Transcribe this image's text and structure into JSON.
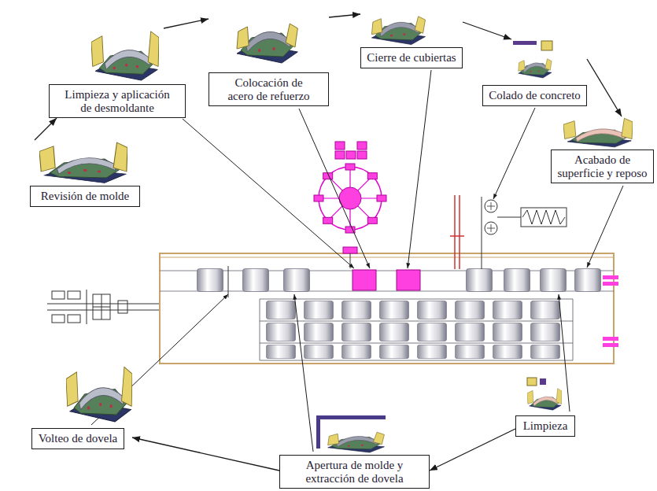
{
  "diagram": {
    "nodes": [
      {
        "text": [
          "Revisión de molde"
        ]
      },
      {
        "text": [
          "Limpieza y aplicación de desmoldante"
        ]
      },
      {
        "text": [
          "Colocación de acero de refuerzo"
        ]
      },
      {
        "text": [
          "Cierre de cubiertas"
        ]
      },
      {
        "text": [
          "Colado de concreto"
        ]
      },
      {
        "text": [
          "Acabado de superficie y reposo"
        ]
      },
      {
        "text": [
          "Limpieza"
        ]
      },
      {
        "text": [
          "Apertura de molde y extracción de dovela"
        ]
      },
      {
        "text": [
          "Volteo de dovela"
        ]
      }
    ],
    "edges": [
      {
        "from": 0,
        "to": 1,
        "arrow": "to"
      },
      {
        "from": 1,
        "to": 2,
        "arrow": "to"
      },
      {
        "from": 2,
        "to": 3,
        "arrow": "to"
      },
      {
        "from": 3,
        "to": 4,
        "arrow": "to"
      },
      {
        "from": 4,
        "to": 5,
        "arrow": "to"
      },
      {
        "from": 6,
        "to": 7,
        "arrow": "to"
      },
      {
        "from": 7,
        "to": 8,
        "arrow": "to"
      }
    ]
  }
}
